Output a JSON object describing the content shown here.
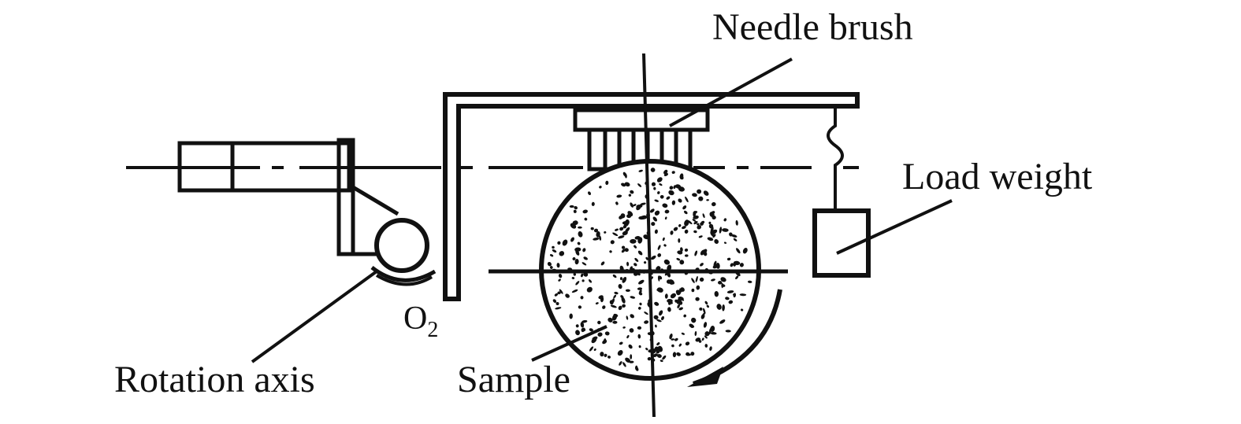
{
  "labels": {
    "needle_brush": "Needle brush",
    "load_weight": "Load weight",
    "rotation_axis": "Rotation axis",
    "sample": "Sample",
    "pivot_main": "O",
    "pivot_sub": "2"
  },
  "colors": {
    "ink": "#111111",
    "background": "#ffffff"
  }
}
